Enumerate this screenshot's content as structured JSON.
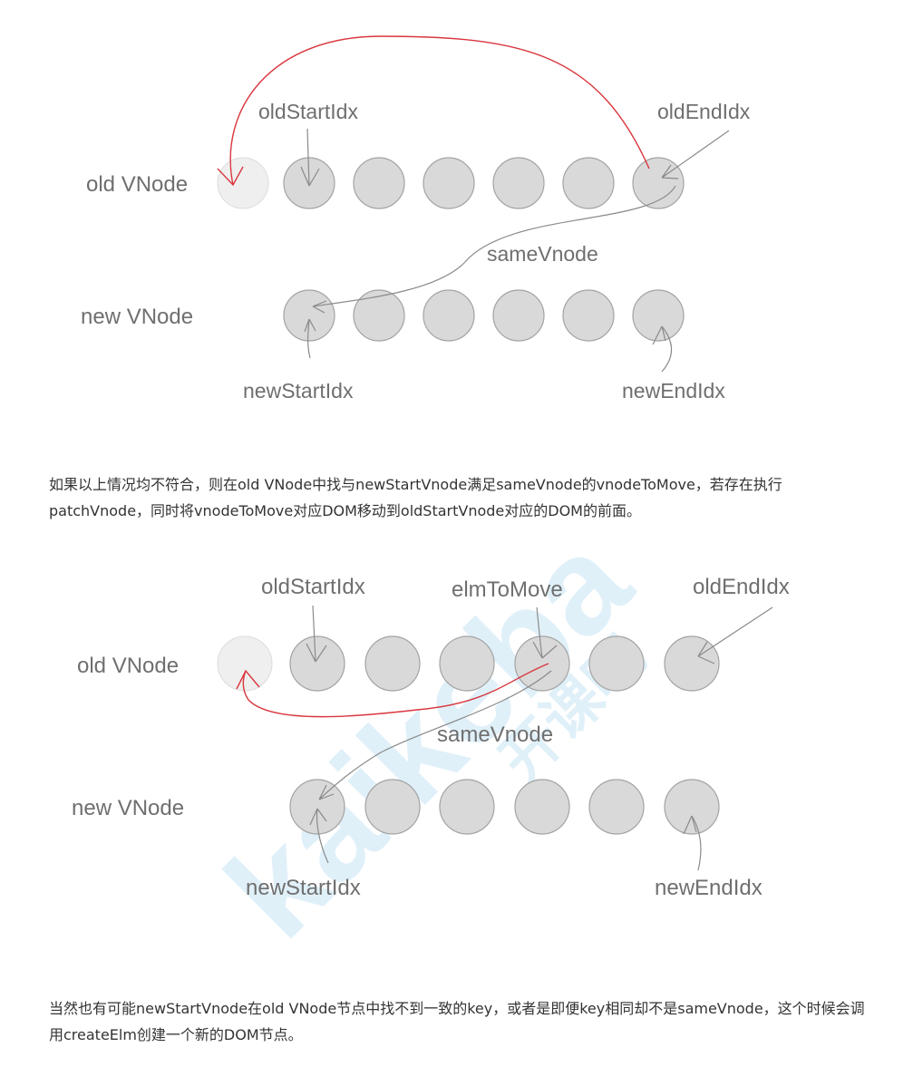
{
  "diagram1": {
    "row_old": "old VNode",
    "row_new": "new VNode",
    "label_old_start": "oldStartIdx",
    "label_old_end": "oldEndIdx",
    "label_same": "sameVnode",
    "label_new_start": "newStartIdx",
    "label_new_end": "newEndIdx"
  },
  "paragraph1": "如果以上情况均不符合，则在old VNode中找与newStartVnode满足sameVnode的vnodeToMove，若存在执行patchVnode，同时将vnodeToMove对应DOM移动到oldStartVnode对应的DOM的前面。",
  "diagram2": {
    "row_old": "old VNode",
    "row_new": "new VNode",
    "label_old_start": "oldStartIdx",
    "label_elm_to_move": "elmToMove",
    "label_old_end": "oldEndIdx",
    "label_same": "sameVnode",
    "label_new_start": "newStartIdx",
    "label_new_end": "newEndIdx"
  },
  "paragraph2": "当然也有可能newStartVnode在old VNode节点中找不到一致的key，或者是即便key相同却不是sameVnode，这个时候会调用createElm创建一个新的DOM节点。",
  "watermark": {
    "text": "kaikeba",
    "sub": "开课吧",
    "color": "#d6ebf8"
  },
  "colors": {
    "node_fill": "#d9d9d9",
    "node_stroke": "#a3a3a3",
    "ghost_fill": "#efefef",
    "move_arrow": "#d9363e",
    "text": "#333333",
    "label": "#6f6f6f"
  }
}
